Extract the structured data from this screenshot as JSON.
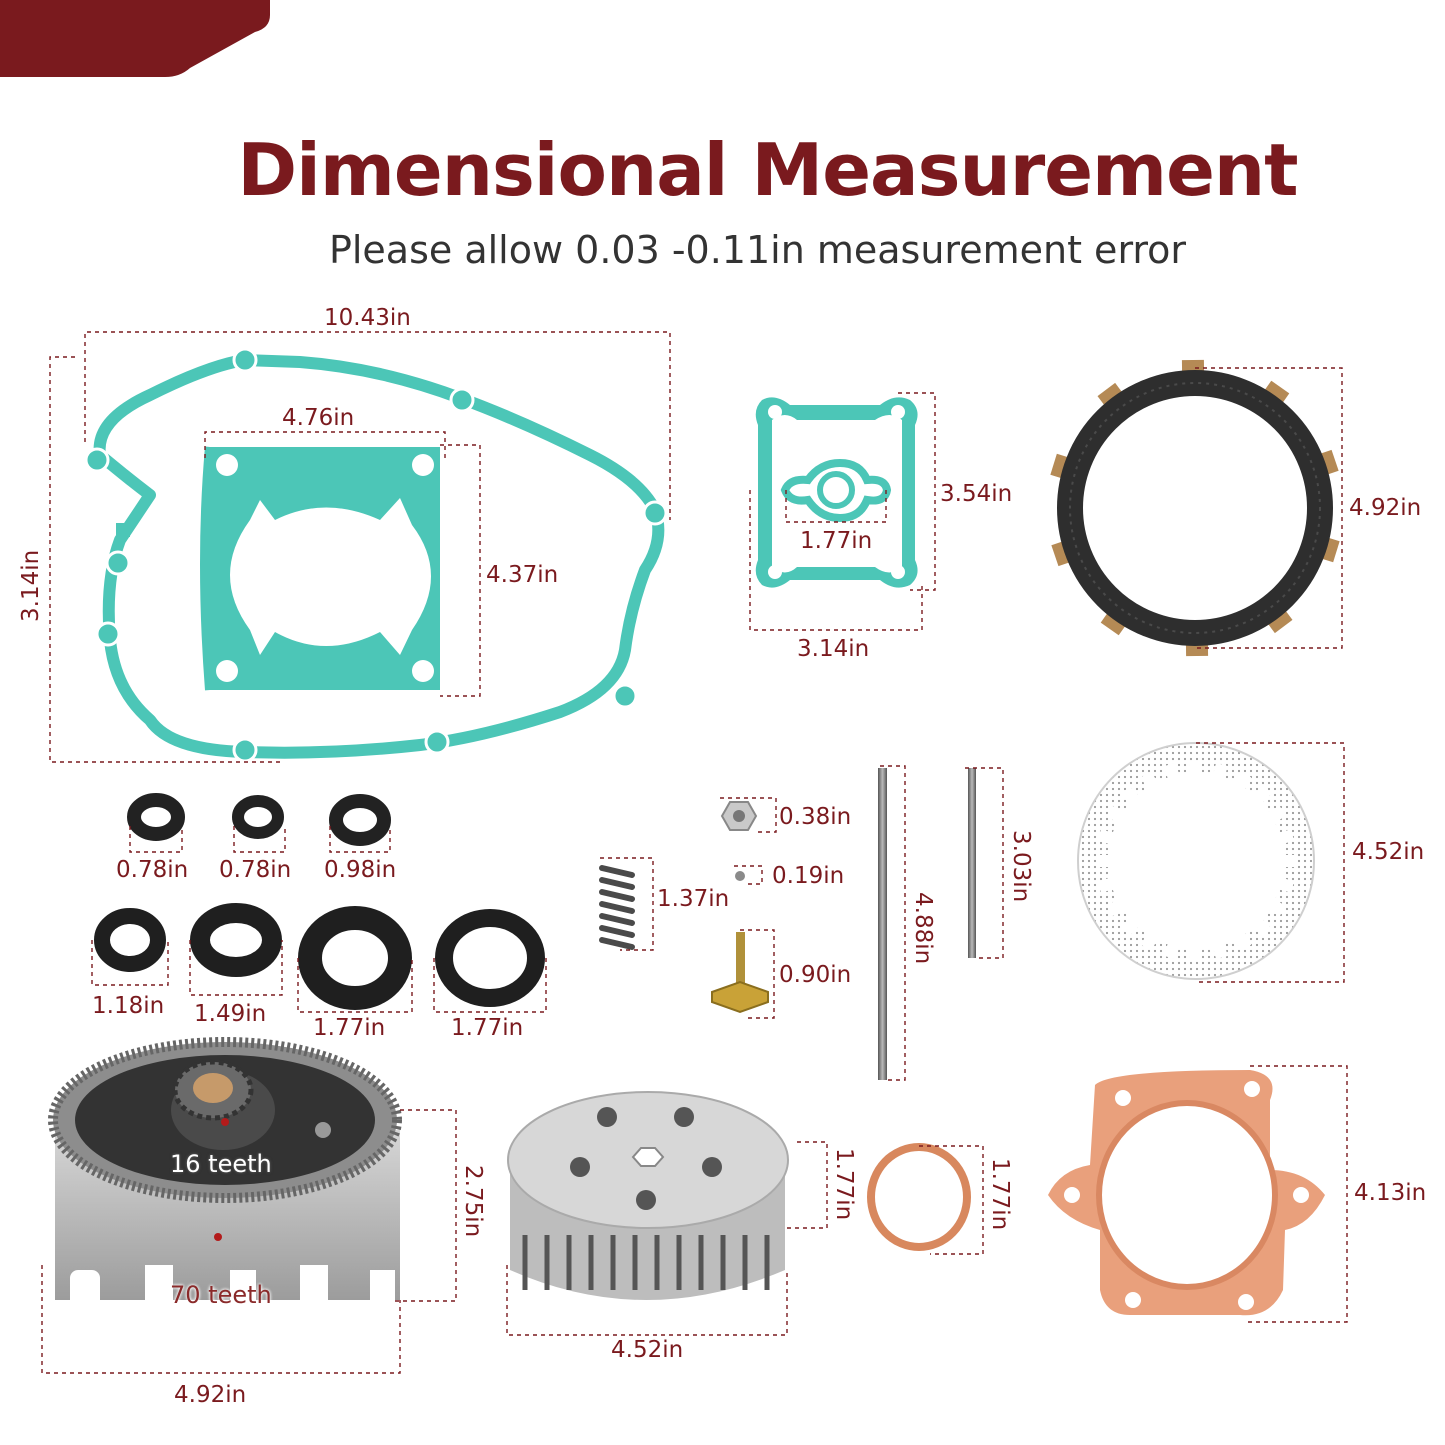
{
  "header": {
    "title": "Dimensional Measurement",
    "subtitle": "Please allow 0.03 -0.11in measurement error",
    "accent_color": "#7a1a1e"
  },
  "parts": {
    "crankcase_gasket": {
      "width_label": "10.43in",
      "height_label": "3.14in",
      "color": "#4cc6b7"
    },
    "cylinder_base_gasket": {
      "width_label": "4.76in",
      "height_label": "4.37in",
      "color": "#4cc6b7"
    },
    "reed_valve_gasket": {
      "height_label": "3.54in",
      "inner_label": "1.77in",
      "width_label": "3.14in",
      "color": "#4cc6b7"
    },
    "friction_plate": {
      "height_label": "4.92in"
    },
    "oil_seals_small": [
      "0.78in",
      "0.78in",
      "0.98in"
    ],
    "oil_seals_large": [
      "1.18in",
      "1.49in",
      "1.77in",
      "1.77in"
    ],
    "spring": {
      "label": "1.37in"
    },
    "nut": {
      "label": "0.38in"
    },
    "ball": {
      "label": "0.19in"
    },
    "bolt": {
      "label": "0.90in"
    },
    "push_rod_long": {
      "label": "4.88in"
    },
    "push_rod_short": {
      "label": "3.03in"
    },
    "steel_plate": {
      "height_label": "4.52in"
    },
    "clutch_basket": {
      "height_label": "2.75in",
      "width_label": "4.92in",
      "pinion_teeth": "16 teeth",
      "ring_teeth": "70 teeth"
    },
    "pressure_plate": {
      "height_label": "1.77in",
      "width_label": "4.52in"
    },
    "exhaust_ring": {
      "height_label": "1.77in",
      "color": "#d8885e"
    },
    "head_gasket": {
      "height_label": "4.13in",
      "color": "#e9a07c"
    }
  }
}
